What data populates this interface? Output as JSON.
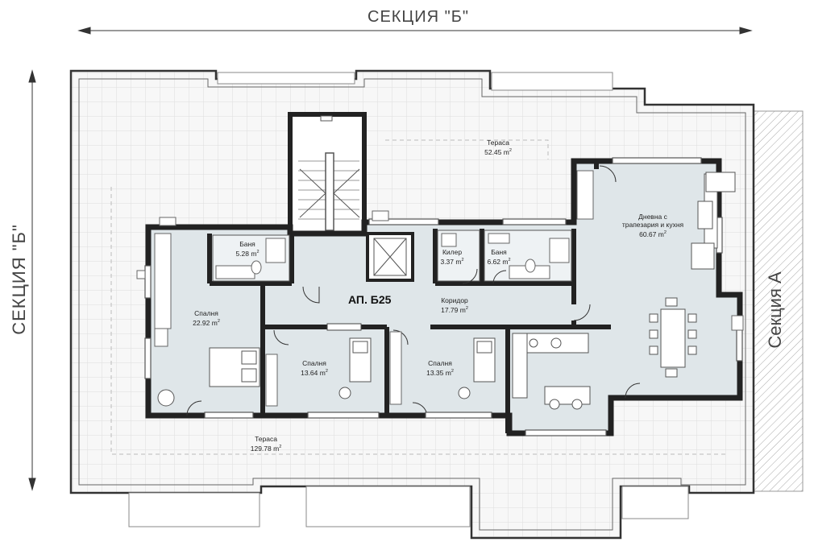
{
  "sections": {
    "top": "СЕКЦИЯ \"Б\"",
    "left": "СЕКЦИЯ \"Б\"",
    "right": "Секция А"
  },
  "apartment": "АП. Б25",
  "unit_sup": "2",
  "rooms": [
    {
      "name": "Тераса",
      "area": "52.45 m"
    },
    {
      "name": "Дневна с трапезария и кухня",
      "area": "60.67 m"
    },
    {
      "name": "Баня",
      "area": "5.28 m"
    },
    {
      "name": "Килер",
      "area": "3.37 m"
    },
    {
      "name": "Баня",
      "area": "6.62 m"
    },
    {
      "name": "Спалня",
      "area": "22.92 m"
    },
    {
      "name": "Коридор",
      "area": "17.79 m"
    },
    {
      "name": "Спалня",
      "area": "13.64 m"
    },
    {
      "name": "Спалня",
      "area": "13.35 m"
    },
    {
      "name": "Тераса",
      "area": "129.78 m"
    }
  ],
  "colors": {
    "interior": "#dfe6e9",
    "terrace_tile": "#e2e2e2",
    "wall": "#222222",
    "neighbor_hatch": "#9a9a9a"
  }
}
